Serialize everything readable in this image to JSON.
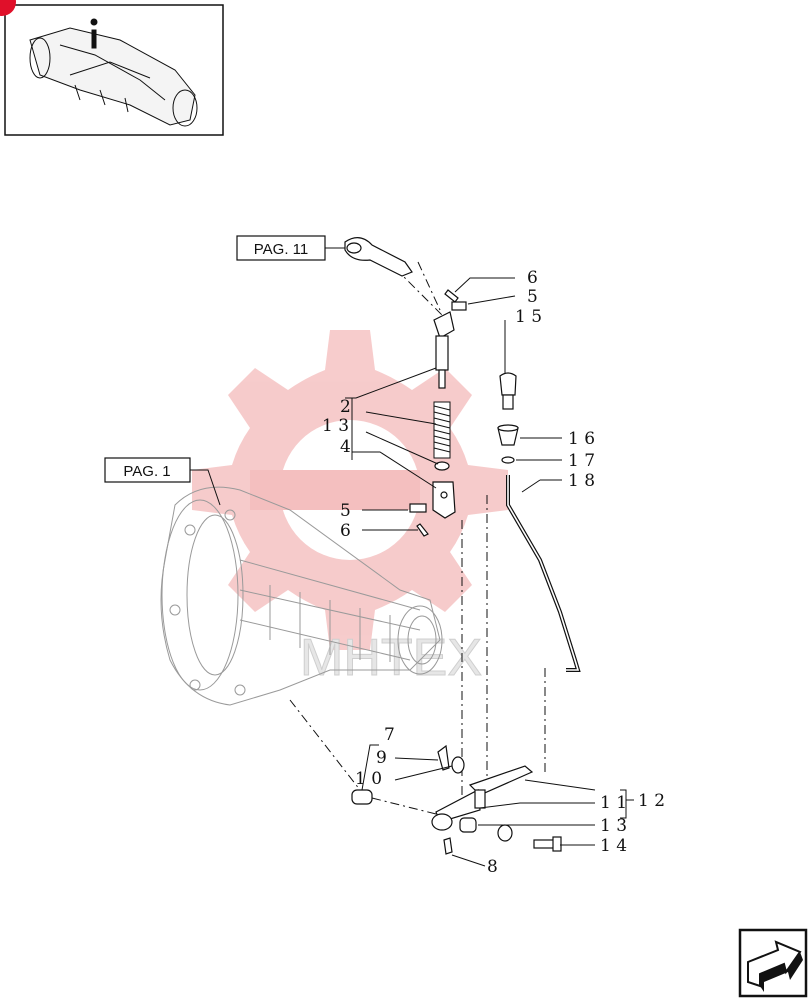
{
  "references": {
    "pag11": "PAG. 11",
    "pag1": "PAG. 1"
  },
  "callouts": [
    {
      "id": "c6a",
      "text": "6"
    },
    {
      "id": "c5a",
      "text": "5"
    },
    {
      "id": "c15",
      "text": "1 5"
    },
    {
      "id": "c2",
      "text": "2"
    },
    {
      "id": "c13a",
      "text": "1 3"
    },
    {
      "id": "c4",
      "text": "4"
    },
    {
      "id": "c16",
      "text": "1 6"
    },
    {
      "id": "c17",
      "text": "1 7"
    },
    {
      "id": "c18",
      "text": "1 8"
    },
    {
      "id": "c5b",
      "text": "5"
    },
    {
      "id": "c6b",
      "text": "6"
    },
    {
      "id": "c7",
      "text": "7"
    },
    {
      "id": "c9",
      "text": "9"
    },
    {
      "id": "c10",
      "text": "1 0"
    },
    {
      "id": "c11",
      "text": "1 1"
    },
    {
      "id": "c12",
      "text": "1 2"
    },
    {
      "id": "c13b",
      "text": "1 3"
    },
    {
      "id": "c14",
      "text": "1 4"
    },
    {
      "id": "c8",
      "text": "8"
    }
  ],
  "watermark": "MHTEX",
  "colors": {
    "line": "#111111",
    "watermark_red": "#f3b9b9",
    "badge_red": "#e0102a",
    "housing_gray": "#9a9a9a"
  },
  "icons": {
    "next_page": "arrow-next-page-icon",
    "thumbnail": "axle-housing-thumbnail-icon"
  }
}
